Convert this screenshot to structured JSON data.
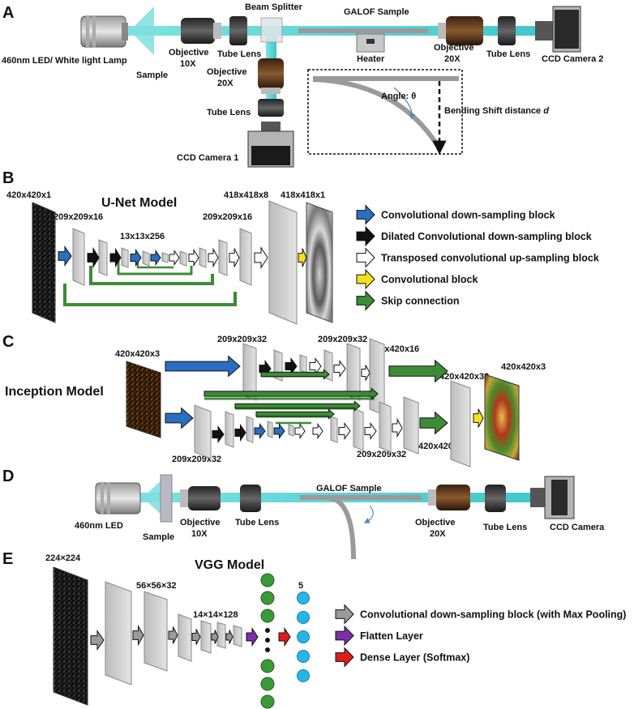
{
  "panels": {
    "A": "A",
    "B": "B",
    "C": "C",
    "D": "D",
    "E": "E"
  },
  "panel_a": {
    "source": "460nm LED/ White light Lamp",
    "sample": "Sample",
    "objective_left": [
      "Objective",
      "10X"
    ],
    "tube_lens_left": "Tube Lens",
    "beam_splitter": "Beam Splitter",
    "galof_sample": "GALOF Sample",
    "heater": "Heater",
    "objective_right": [
      "Objective",
      "20X"
    ],
    "tube_lens_right": "Tube Lens",
    "camera_2": "CCD Camera 2",
    "objective_down": [
      "Objective",
      "20X"
    ],
    "tube_lens_down": "Tube Lens",
    "camera_1": "CCD Camera 1",
    "inset_angle": "Angle: θ",
    "inset_distance_prefix": "Bending Shift distance ",
    "inset_distance_var": "d"
  },
  "panel_b": {
    "title": "U-Net Model",
    "dims": {
      "input": "420x420x1",
      "down1": "209x209x16",
      "bottleneck": "13x13x256",
      "up1": "209x209x16",
      "out8": "418x418x8",
      "out1": "418x418x1"
    },
    "legend": [
      {
        "label": "Convolutional down-sampling block",
        "color": "#2a6fbf"
      },
      {
        "label": "Dilated Convolutional down-sampling block",
        "color": "#111111"
      },
      {
        "label": "Transposed convolutional up-sampling block",
        "color": "#ffffff"
      },
      {
        "label": "Convolutional block",
        "color": "#f5e020"
      },
      {
        "label": "Skip connection",
        "color": "#3c8c35"
      }
    ]
  },
  "panel_c": {
    "title": "Inception Model",
    "dims": {
      "input": "420x420x3",
      "top_left": "209x209x32",
      "top_right": "209x209x32",
      "top_out": "420x420x16",
      "merge": "420x420x32",
      "output": "420x420x3",
      "bottom_left": "209x209x32",
      "bottom_right": "209x209x32",
      "bottom_out": "420x420x16"
    }
  },
  "panel_d": {
    "source": "460nm LED",
    "sample": "Sample",
    "objective_left": [
      "Objective",
      "10X"
    ],
    "tube_lens_left": "Tube Lens",
    "galof_sample": "GALOF Sample",
    "objective_right": [
      "Objective",
      "20X"
    ],
    "tube_lens_right": "Tube Lens",
    "camera": "CCD Camera"
  },
  "panel_e": {
    "title": "VGG Model",
    "dims": {
      "input": "224×224",
      "block1": "56×56×32",
      "block3": "14×14×128",
      "classes": "5"
    },
    "legend": [
      {
        "label": "Convolutional down-sampling block (with Max Pooling)",
        "color": "#9a9a9a"
      },
      {
        "label": "Flatten Layer",
        "color": "#7b2fa8"
      },
      {
        "label": "Dense Layer (Softmax)",
        "color": "#e01b1b"
      }
    ]
  },
  "colors": {
    "blue_arrow": "#2a6fbf",
    "green_arrow": "#3c8c35",
    "yellow_arrow": "#f5e020",
    "purple_arrow": "#7b2fa8",
    "red_arrow": "#e01b1b",
    "beam": "#5ad6d6",
    "layer_face": "#d6d6d6",
    "dense_node": "#3a9a3a",
    "softmax_node": "#25b5ea"
  }
}
